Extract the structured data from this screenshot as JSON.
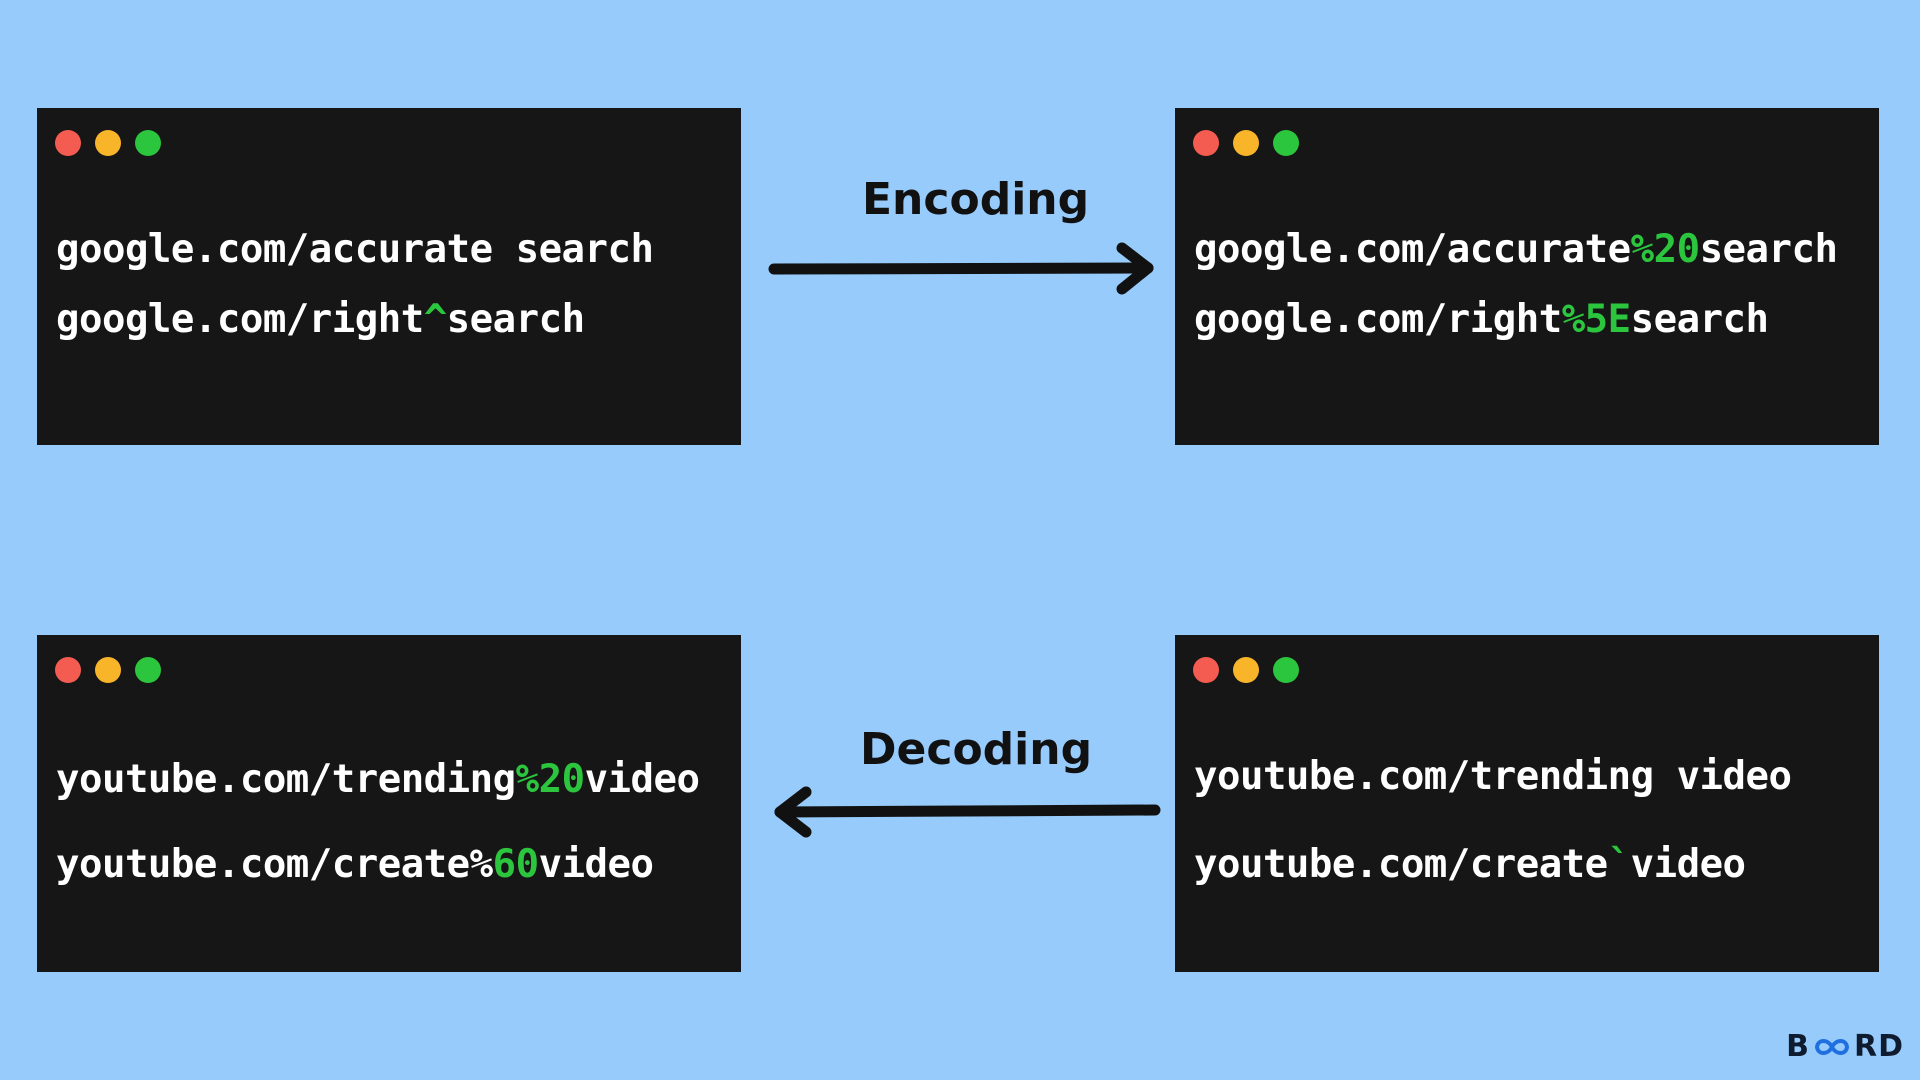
{
  "labels": {
    "encoding": "Encoding",
    "decoding": "Decoding"
  },
  "panels": {
    "top_left": {
      "line1": [
        {
          "text": "google.com/accurate search",
          "hl": false
        }
      ],
      "line2": [
        {
          "text": "google.com/right",
          "hl": false
        },
        {
          "text": "^",
          "hl": true
        },
        {
          "text": "search",
          "hl": false
        }
      ]
    },
    "top_right": {
      "line1": [
        {
          "text": "google.com/accurate",
          "hl": false
        },
        {
          "text": "%20",
          "hl": true
        },
        {
          "text": "search",
          "hl": false
        }
      ],
      "line2": [
        {
          "text": "google.com/right",
          "hl": false
        },
        {
          "text": "%5E",
          "hl": true
        },
        {
          "text": "search",
          "hl": false
        }
      ]
    },
    "bottom_left": {
      "line1": [
        {
          "text": "youtube.com/trending",
          "hl": false
        },
        {
          "text": "%20",
          "hl": true
        },
        {
          "text": "video",
          "hl": false
        }
      ],
      "line2": [
        {
          "text": "youtube.com/create%",
          "hl": false
        },
        {
          "text": "60",
          "hl": true
        },
        {
          "text": "video",
          "hl": false
        }
      ]
    },
    "bottom_right": {
      "line1": [
        {
          "text": "youtube.com/trending video",
          "hl": false
        }
      ],
      "line2": [
        {
          "text": "youtube.com/create",
          "hl": false
        },
        {
          "text": "`",
          "hl": true
        },
        {
          "text": "video",
          "hl": false
        }
      ]
    }
  },
  "logo": {
    "left": "B",
    "right": "RD",
    "icon": "infinity-loop-icon"
  },
  "colors": {
    "background": "#97cbfc",
    "terminal": "#161616",
    "text": "#ffffff",
    "highlight": "#2bc53e",
    "dot_red": "#f55c51",
    "dot_yellow": "#f9b52a",
    "dot_green": "#2bc53e"
  }
}
